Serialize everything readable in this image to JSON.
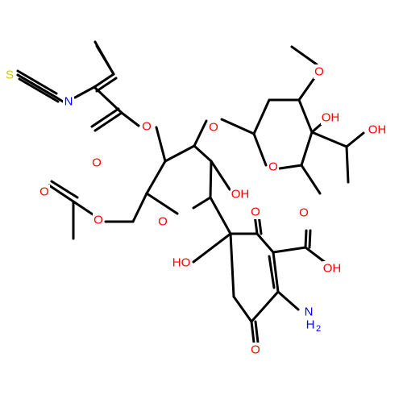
{
  "colors": {
    "background": "#ffffff",
    "bond": "#000000",
    "oxygen": "#ff0000",
    "nitrogen": "#0000ff",
    "sulfur": "#cccc00"
  },
  "atoms": {
    "s_iso": "S",
    "n_iso": "N",
    "o_ester_carbonyl": "O",
    "o_ester_link": "O",
    "o_glycosidic": "O",
    "o_methoxy": "O",
    "oh_ring_c4": "OH",
    "oh_side": "OH",
    "o_ring_upper": "O",
    "oh_sugar": "OH",
    "o_acetyl_carbonyl": "O",
    "o_acetyl_link": "O",
    "o_ring_lower": "O",
    "oh_quaternary": "HO",
    "o_keto_top": "O",
    "oh_acid": "OH",
    "o_acid_carbonyl": "O",
    "nh2_n": "N",
    "nh2_sub": "H",
    "nh2_count": "2",
    "o_keto_bottom": "O"
  }
}
